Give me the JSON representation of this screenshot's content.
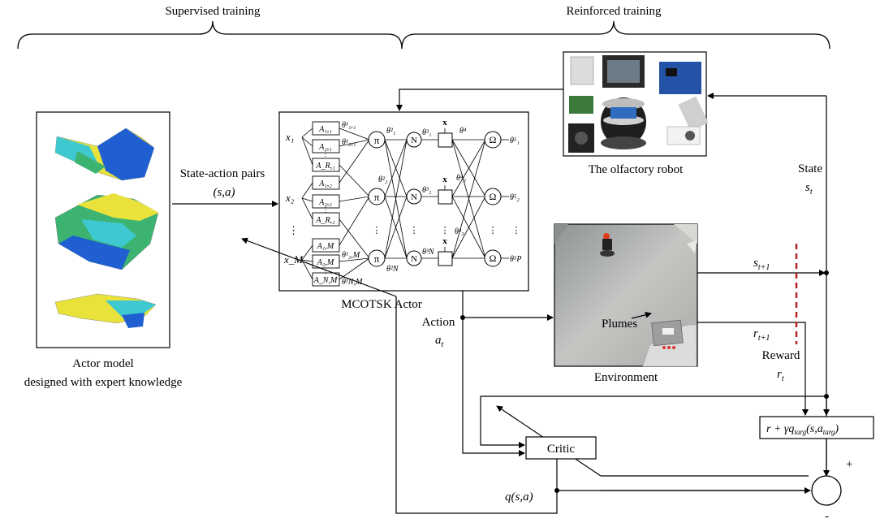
{
  "phases": {
    "supervised": "Supervised training",
    "reinforced": "Reinforced training"
  },
  "actor_model": {
    "caption_line1": "Actor model",
    "caption_line2": "designed with expert knowledge"
  },
  "state_action": {
    "label": "State-action pairs",
    "symbol": "(s,a)"
  },
  "actor": {
    "caption": "MCOTSK Actor",
    "inputs": [
      "x₁",
      "x₂",
      "⋮",
      "x_M"
    ],
    "mf_boxes": [
      [
        "A₁,₁",
        "A₂,₁",
        "A_R,₁"
      ],
      [
        "A₁,₂",
        "A₂,₂",
        "A_R,₂"
      ],
      [
        "A₁,M",
        "A₂,M",
        "A_N,M"
      ]
    ],
    "theta1": [
      "θ¹₁,₁",
      "θ¹₂,₁",
      "θ¹₂,M",
      "θ¹N,M"
    ],
    "pi": "π",
    "n": "N",
    "omega": "Ω",
    "x_mult": "x",
    "theta2": [
      "θ²₁",
      "θ²₂",
      "θ²N"
    ],
    "theta3": [
      "θ³₁",
      "θ³₂",
      "θ³N"
    ],
    "theta4": [
      "θ⁴",
      "θ⁴₂",
      "θ⁴₃"
    ],
    "theta5": [
      "θ⁵₁",
      "θ⁵₂",
      "θ⁵P"
    ],
    "dots": "⋮"
  },
  "robot": {
    "caption": "The olfactory robot"
  },
  "environment": {
    "caption": "Environment",
    "plumes": "Plumes"
  },
  "action": {
    "label": "Action",
    "symbol": "a",
    "sub": "t"
  },
  "state": {
    "label": "State",
    "symbol": "s",
    "sub": "t"
  },
  "next_state": {
    "symbol": "s",
    "sub": "t+1"
  },
  "next_reward": {
    "symbol": "r",
    "sub": "t+1"
  },
  "reward": {
    "label": "Reward",
    "symbol": "r",
    "sub": "t"
  },
  "target": {
    "text": "r + γq",
    "sub": "targ",
    "args_a": "(s,a",
    "args_sub": "targ",
    "close": ")"
  },
  "critic": {
    "label": "Critic"
  },
  "q_value": "q(s,a)",
  "plus": "+",
  "minus": "-",
  "colors": {
    "dashed_line": "#b22222",
    "surface_yellow": "#e8e23a",
    "surface_green": "#3cb371",
    "surface_blue": "#1f5fd1",
    "surface_cyan": "#3ec8d0",
    "env_bg": "#b9bbb8"
  }
}
